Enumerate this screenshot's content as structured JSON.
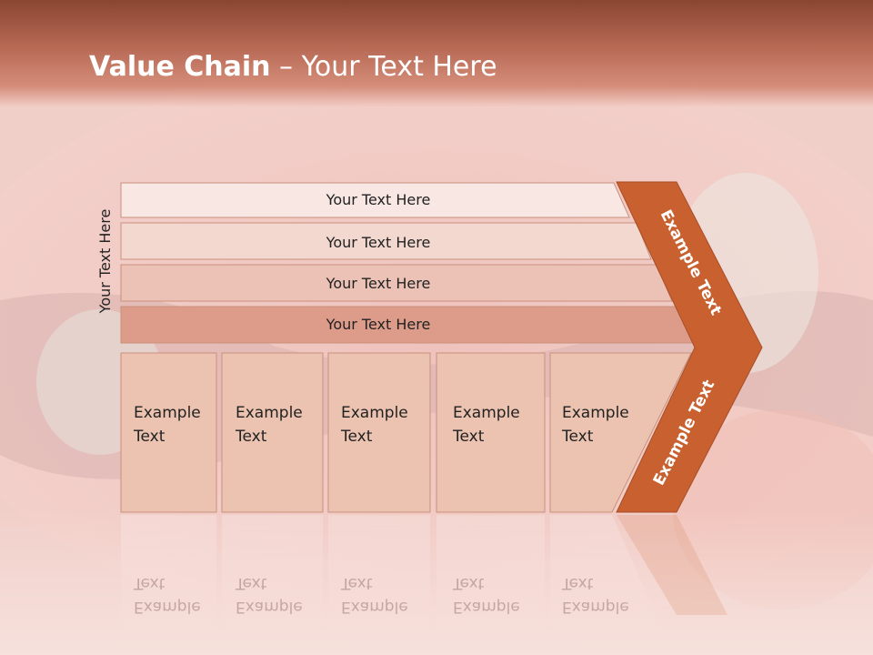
{
  "slide": {
    "title_bold": "Value Chain",
    "title_rest": " – Your Text Here",
    "side_label": "Your Text Here"
  },
  "rows": [
    {
      "label": "Your Text Here",
      "fill": "#f8e7e3"
    },
    {
      "label": "Your Text Here",
      "fill": "#f3d8d0"
    },
    {
      "label": "Your Text Here",
      "fill": "#ecc2b6"
    },
    {
      "label": "Your Text Here",
      "fill": "#dd9c89"
    }
  ],
  "boxes": [
    {
      "line1": "Example",
      "line2": "Text"
    },
    {
      "line1": "Example",
      "line2": "Text"
    },
    {
      "line1": "Example",
      "line2": "Text"
    },
    {
      "line1": "Example",
      "line2": "Text"
    },
    {
      "line1": "Example",
      "line2": "Text"
    }
  ],
  "chevron": {
    "top_label": "Example Text",
    "bottom_label": "Example Text",
    "fill": "#c8602f"
  },
  "colors": {
    "box_fill": "#ecc3b0",
    "box_stroke": "#c9907d",
    "text": "#222222"
  }
}
